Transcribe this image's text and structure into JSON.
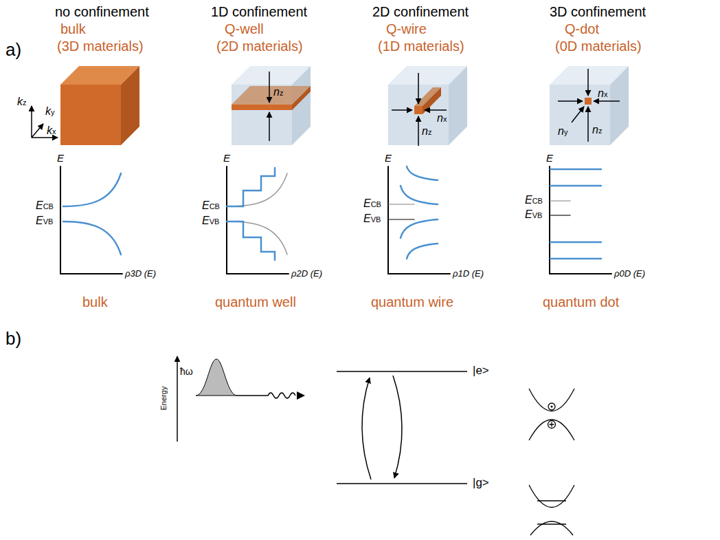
{
  "diagram": {
    "labels": [
      "a)",
      "no confinement",
      "bulk",
      "(3D materials)",
      "1D confinement",
      "Q-well",
      "(2D materials)",
      "2D confinement",
      "Q-wire",
      "(1D materials)",
      "3D confinement",
      "Q-dot",
      "(0D materials)",
      "kz",
      "ky",
      "kx",
      "nz",
      "nx",
      "nz",
      "nx",
      "ny",
      "nz",
      "E",
      "E",
      "E",
      "E",
      "ECB",
      "EVB",
      "ECB",
      "EVB",
      "ECB",
      "EVB",
      "ECB",
      "EVB",
      "ρ3D (E)",
      "ρ2D (E)",
      "ρ1D (E)",
      "ρ0D (E)",
      "bulk",
      "quantum well",
      "quantum wire",
      "quantum dot",
      "b)",
      "Energy",
      "ħω",
      "|e>",
      "|g>"
    ]
  }
}
